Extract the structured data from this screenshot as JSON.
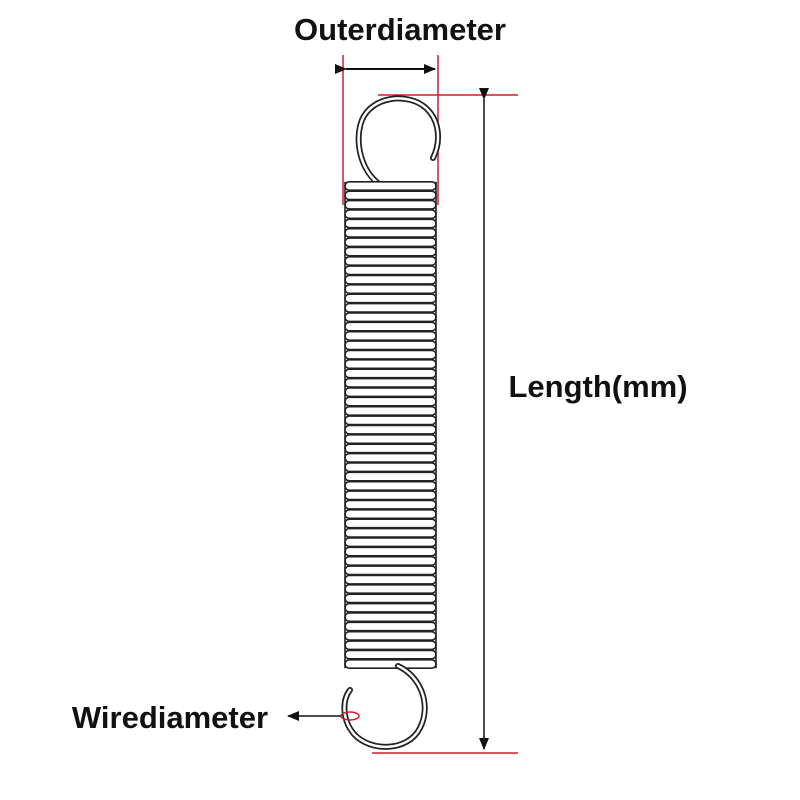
{
  "labels": {
    "outer_diameter": "Outerdiameter",
    "length": "Length(mm)",
    "wire_diameter": "Wirediameter"
  },
  "spring": {
    "coil_count": 52,
    "wire_color": "#222222",
    "guide_color": "#d11f2a",
    "arrow_color": "#111111"
  }
}
